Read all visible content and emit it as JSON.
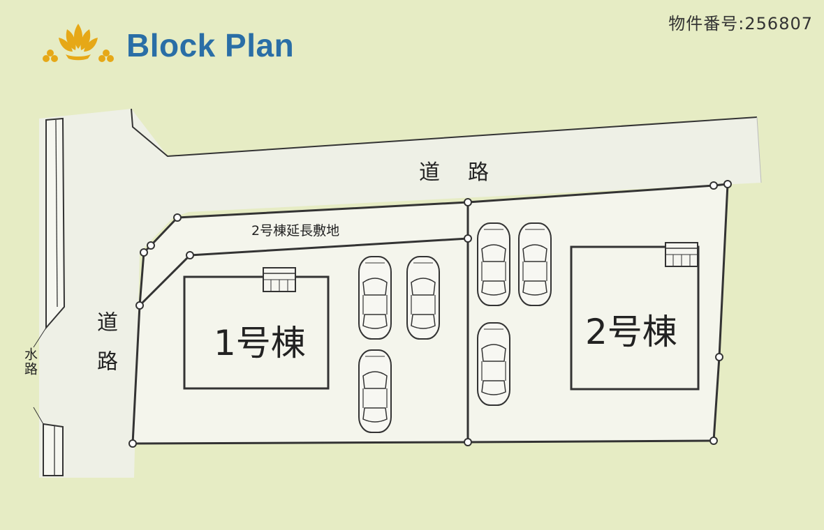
{
  "header": {
    "title": "Block Plan",
    "property_number": "物件番号:256807"
  },
  "labels": {
    "road_top": "道路",
    "road_left": "道路",
    "waterway": "水路",
    "extension_site": "2号棟延長敷地",
    "building_1": "1号棟",
    "building_2": "2号棟"
  },
  "colors": {
    "background": "#e6ecc4",
    "road": "#eef0e6",
    "lot": "#f4f5ec",
    "line": "#333333",
    "title": "#2a6ea6",
    "logo": "#e6a817"
  },
  "icons": {
    "logo": "lotus-logo-icon",
    "car": "car-icon",
    "ac_unit": "air-conditioner-unit-icon"
  }
}
